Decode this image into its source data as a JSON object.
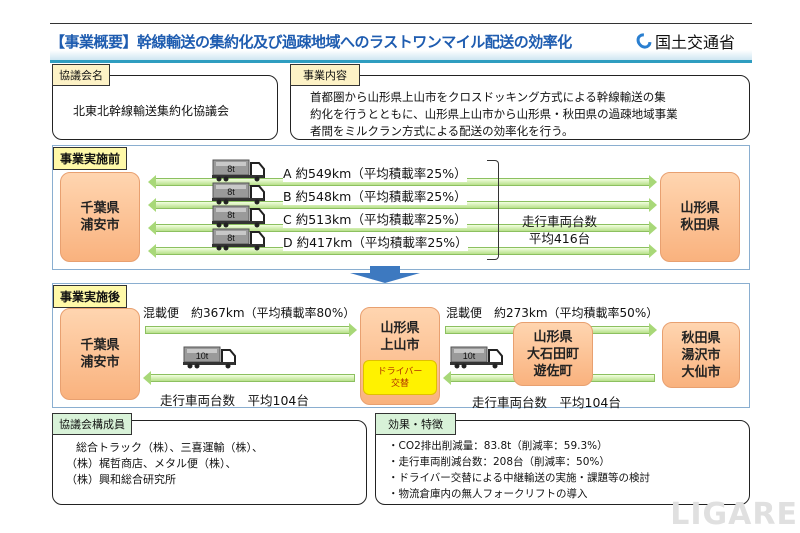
{
  "header": {
    "title": "【事業概要】幹線輸送の集約化及び過疎地域へのラストワンマイル配送の効率化",
    "logo": "国土交通省"
  },
  "council": {
    "label": "協議会名",
    "name": "北東北幹線輸送集約化協議会"
  },
  "content": {
    "label": "事業内容",
    "lines": [
      "首都圏から山形県上山市をクロスドッキング方式による幹線輸送の集",
      "約化を行うとともに、山形県上山市から山形県・秋田県の過疎地域事業",
      "者間をミルクラン方式による配送の効率化を行う。"
    ]
  },
  "before": {
    "label": "事業実施前",
    "origin": [
      "千葉県",
      "浦安市"
    ],
    "dest": [
      "山形県",
      "秋田県"
    ],
    "routes": [
      {
        "truck": "8t",
        "text": "A  約549km（平均積載率25%）"
      },
      {
        "truck": "8t",
        "text": "B  約548km（平均積載率25%）"
      },
      {
        "truck": "8t",
        "text": "C  約513km（平均積載率25%）"
      },
      {
        "truck": "8t",
        "text": "D  約417km（平均積載率25%）"
      }
    ],
    "vehicles": [
      "走行車両台数",
      "平均416台"
    ]
  },
  "after": {
    "label": "事業実施後",
    "origin": [
      "千葉県",
      "浦安市"
    ],
    "hub": [
      "山形県",
      "上山市"
    ],
    "driver": [
      "ドライバー",
      "交替"
    ],
    "mid": [
      "山形県",
      "大石田町",
      "遊佐町"
    ],
    "dest": [
      "秋田県",
      "湯沢市",
      "大仙市"
    ],
    "leg1": "混載便　約367km（平均積載率80%）",
    "leg2": "混載便　約273km（平均積載率50%）",
    "truck1": "10t",
    "truck2": "10t",
    "vehicles1": "走行車両台数　平均104台",
    "vehicles2": "走行車両台数　平均104台"
  },
  "members": {
    "label": "協議会構成員",
    "lines": [
      "総合トラック（株）、三喜運輸（株）、",
      "（株）梶哲商店、メタル便（株）、",
      "（株）興和総合研究所"
    ]
  },
  "effects": {
    "label": "効果・特徴",
    "lines": [
      "・CO2排出削減量：83.8t（削減率：59.3%）",
      "・走行車両削減台数：208台（削減率：50%）",
      "・ドライバー交替による中継輸送の実施・課題等の検討",
      "・物流倉庫内の無人フォークリフトの導入"
    ]
  },
  "watermark": "LIGARE"
}
